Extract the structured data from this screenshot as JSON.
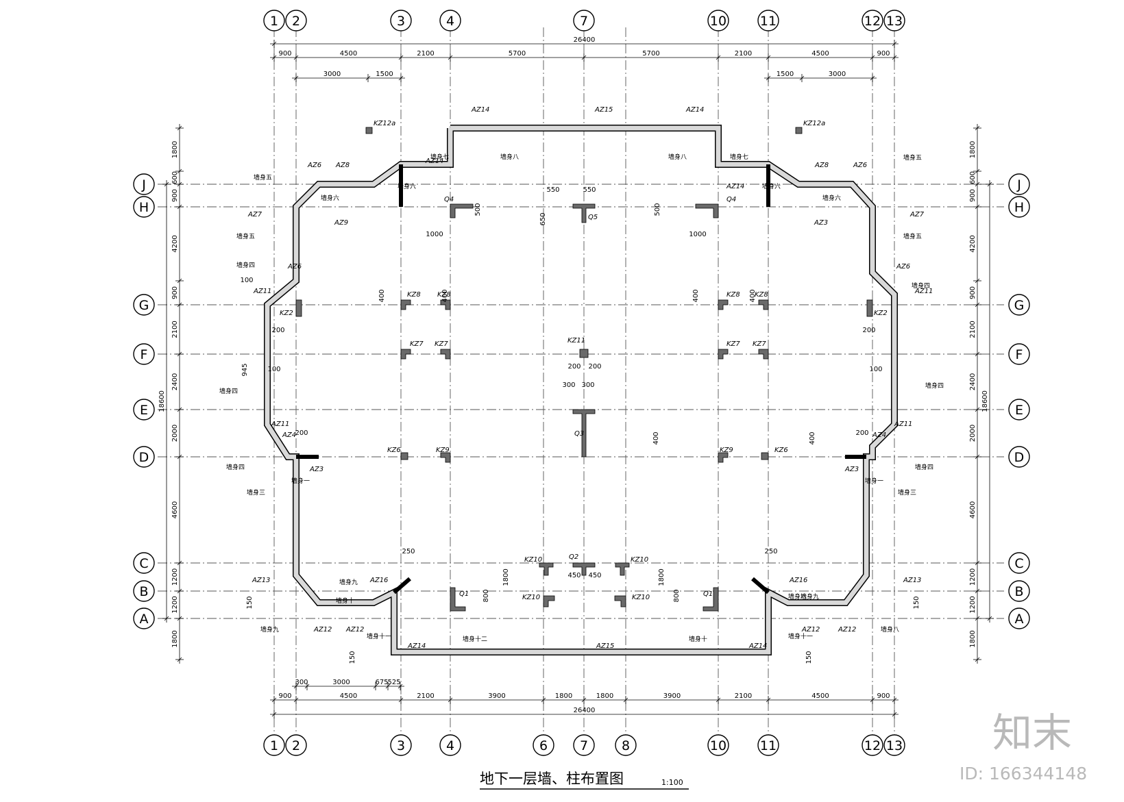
{
  "title": "地下一层墙、柱布置图",
  "scale": "1:100",
  "watermark": {
    "logo": "知末",
    "id": "ID: 166344148"
  },
  "axes_vertical": [
    "1",
    "2",
    "3",
    "4",
    "6",
    "7",
    "8",
    "10",
    "11",
    "12",
    "13"
  ],
  "axes_top": [
    "1",
    "2",
    "3",
    "4",
    "7",
    "10",
    "11",
    "12",
    "13"
  ],
  "axes_horizontal": [
    "J",
    "H",
    "G",
    "F",
    "E",
    "D",
    "C",
    "B",
    "A"
  ],
  "top_total": "26400",
  "top_dims": [
    "900",
    "4500",
    "2100",
    "5700",
    "5700",
    "2100",
    "4500",
    "900"
  ],
  "top_sub_left": [
    "3000",
    "1500"
  ],
  "top_sub_right": [
    "1500",
    "3000"
  ],
  "bottom_total": "26400",
  "bottom_dims": [
    "900",
    "4500",
    "2100",
    "3900",
    "1800",
    "1800",
    "3900",
    "2100",
    "4500",
    "900"
  ],
  "bottom_sub": [
    "300",
    "3000",
    "675",
    "525"
  ],
  "left_total": "18600",
  "left_dims": [
    "1800",
    "600",
    "900",
    "4200",
    "900",
    "2100",
    "2400",
    "2000",
    "4600",
    "1200",
    "1200",
    "1800"
  ],
  "labels": {
    "kz12a": "KZ12a",
    "q4": "Q4",
    "q5": "Q5",
    "q3": "Q3",
    "q2": "Q2",
    "q1": "Q1",
    "kz2": "KZ2",
    "kz6": "KZ6",
    "kz7": "KZ7",
    "kz8": "KZ8",
    "kz9": "KZ9",
    "kz10": "KZ10",
    "kz11": "KZ11",
    "az3": "AZ3",
    "az4": "AZ4",
    "az6": "AZ6",
    "az7": "AZ7",
    "az8": "AZ8",
    "az9": "AZ9",
    "az11": "AZ11",
    "az12": "AZ12",
    "az13": "AZ13",
    "az14": "AZ14",
    "az15": "AZ15",
    "az16": "AZ16",
    "w1": "墙身一",
    "w3": "墙身三",
    "w4": "墙身四",
    "w5": "墙身五",
    "w6": "墙身六",
    "w7": "墙身七",
    "w8": "墙身八",
    "w9": "墙身九",
    "w10": "墙身十",
    "w11": "墙身十一",
    "w12": "墙身十二"
  },
  "small_dims": {
    "d100": "100",
    "d150": "150",
    "d200": "200",
    "d250": "250",
    "d300": "300",
    "d400": "400",
    "d500": "500",
    "d550": "550",
    "d650": "650",
    "d800": "800",
    "d945": "945",
    "d1000": "1000",
    "d1800": "1800",
    "d450": "450"
  }
}
